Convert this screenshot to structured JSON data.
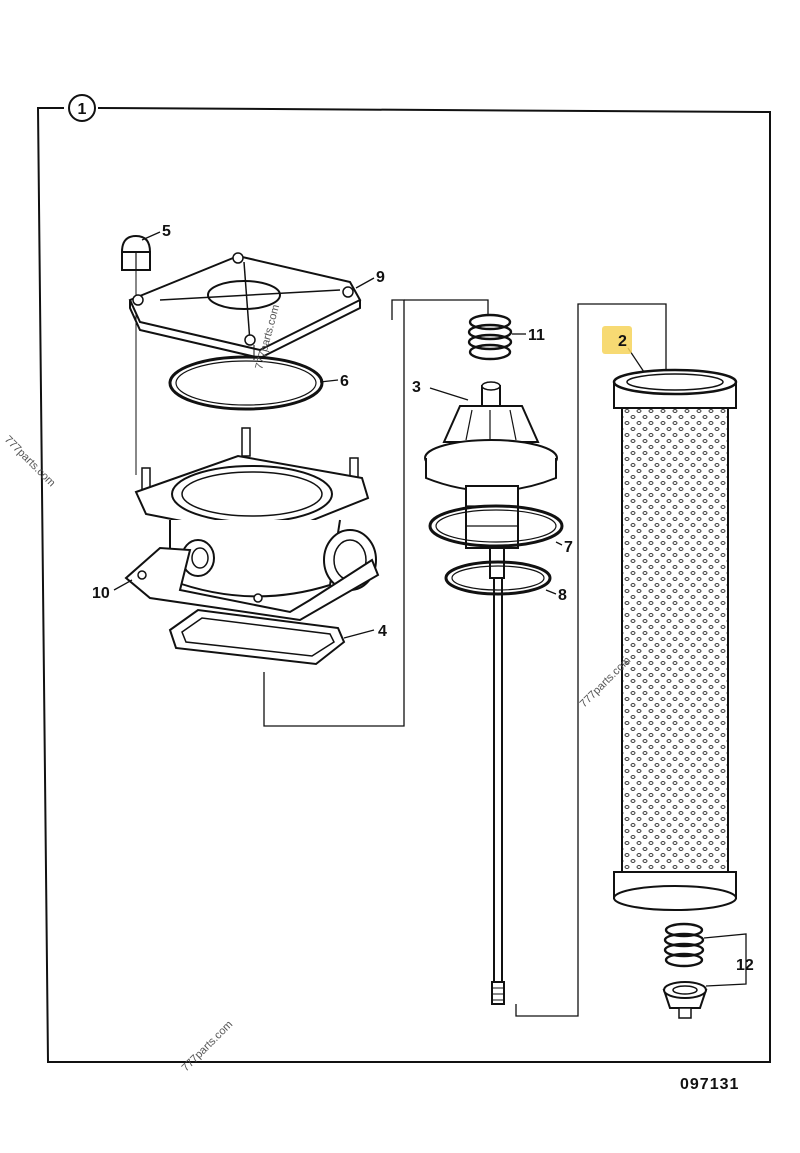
{
  "figure": {
    "group_number": "1",
    "reference_number": "097131",
    "watermark_text": "777parts.com",
    "highlight_color": "#f6d35a",
    "callouts": [
      "2",
      "3",
      "4",
      "5",
      "6",
      "7",
      "8",
      "9",
      "10",
      "11",
      "12"
    ],
    "highlighted_callout": "2"
  }
}
